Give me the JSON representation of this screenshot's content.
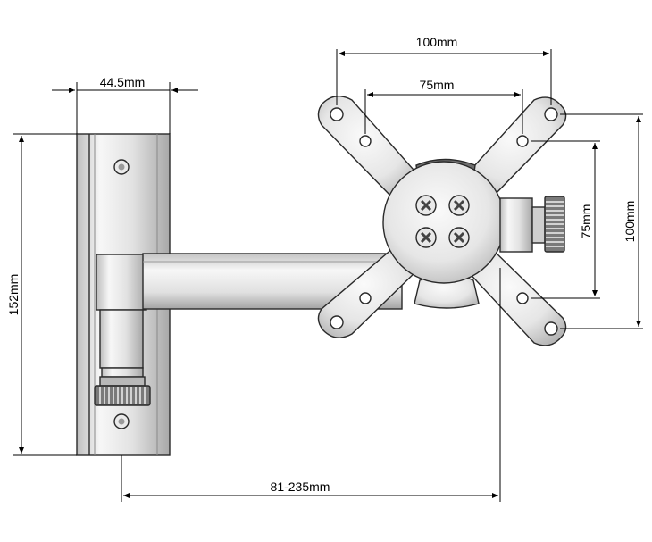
{
  "dimensions": {
    "bracket_width": "44.5mm",
    "bracket_height": "152mm",
    "arm_extension": "81-235mm",
    "vesa_outer_horizontal": "100mm",
    "vesa_inner_horizontal": "75mm",
    "vesa_outer_vertical": "100mm",
    "vesa_inner_vertical": "75mm"
  },
  "colors": {
    "metal_light": "#f4f4f4",
    "metal_mid": "#d2d2d2",
    "metal_dark": "#9c9c9c",
    "line": "#000000"
  }
}
